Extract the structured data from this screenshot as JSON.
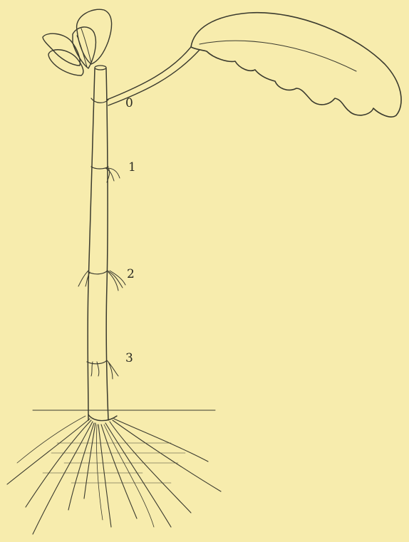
{
  "figure": {
    "node_labels": [
      "0",
      "1",
      "2",
      "3"
    ]
  },
  "colors": {
    "paper": "#f7ecad",
    "ink": "#3a3a2e"
  }
}
